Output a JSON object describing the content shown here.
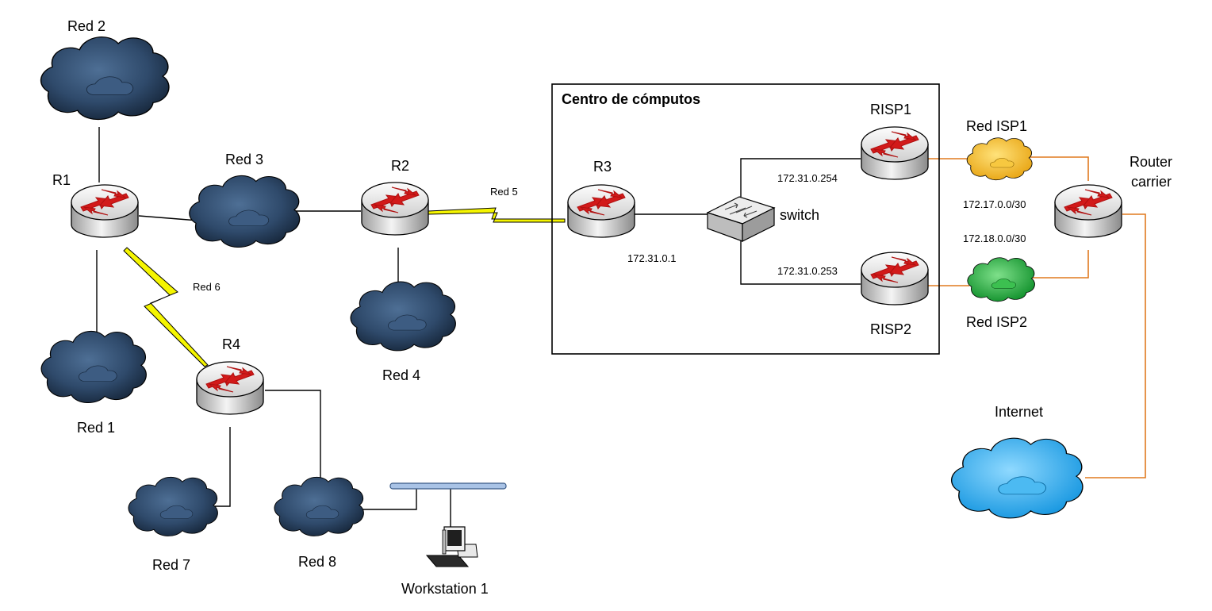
{
  "diagram": {
    "datacenter_title": "Centro de cómputos",
    "routers": {
      "r1": "R1",
      "r2": "R2",
      "r3": "R3",
      "r4": "R4",
      "risp1": "RISP1",
      "risp2": "RISP2",
      "carrier_line1": "Router",
      "carrier_line2": "carrier"
    },
    "networks": {
      "red1": "Red 1",
      "red2": "Red 2",
      "red3": "Red 3",
      "red4": "Red 4",
      "red7": "Red 7",
      "red8": "Red 8",
      "red_isp1": "Red ISP1",
      "red_isp2": "Red ISP2",
      "internet": "Internet"
    },
    "links": {
      "red5": "Red 5",
      "red6": "Red 6"
    },
    "switch": "switch",
    "workstation": "Workstation 1",
    "addresses": {
      "r3_ip": "172.31.0.1",
      "risp1_ip": "172.31.0.254",
      "risp2_ip": "172.31.0.253",
      "isp1_net": "172.17.0.0/30",
      "isp2_net": "172.18.0.0/30"
    },
    "colors": {
      "dark_cloud": "#2f4a6b",
      "isp1_cloud": "#f5b820",
      "isp2_cloud": "#1faa3a",
      "internet_cloud": "#22a9ea",
      "serial_link": "#f5f500",
      "isp_link": "#e07a1f",
      "router_arrow": "#d21a1a"
    }
  }
}
